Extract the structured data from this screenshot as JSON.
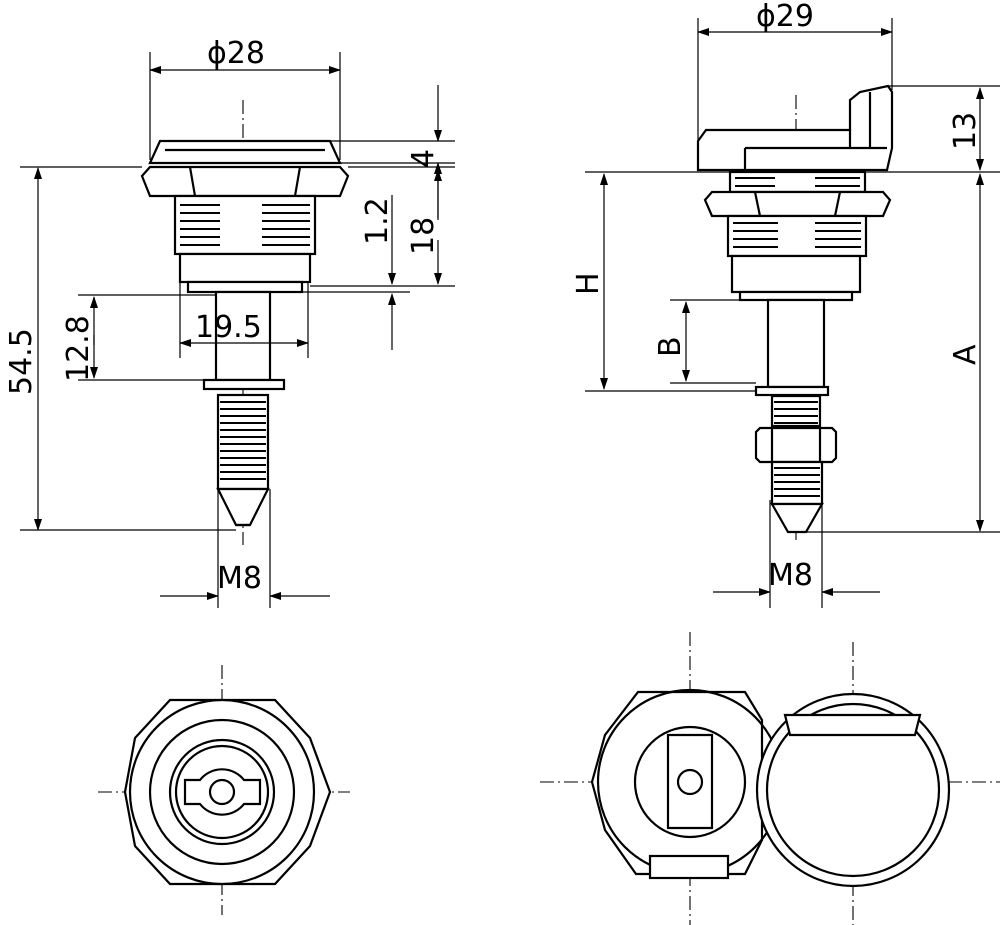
{
  "dimensions": {
    "front_view": {
      "head_diameter": "ϕ28",
      "head_height": "4",
      "washer_thickness": "1.2",
      "body_length": "18",
      "body_width": "19.5",
      "shaft_length": "12.8",
      "total_length": "54.5",
      "thread_size": "M8"
    },
    "side_view": {
      "head_diameter": "ϕ29",
      "cover_height": "13",
      "length_h": "H",
      "length_b": "B",
      "length_a": "A",
      "thread_size": "M8"
    }
  }
}
